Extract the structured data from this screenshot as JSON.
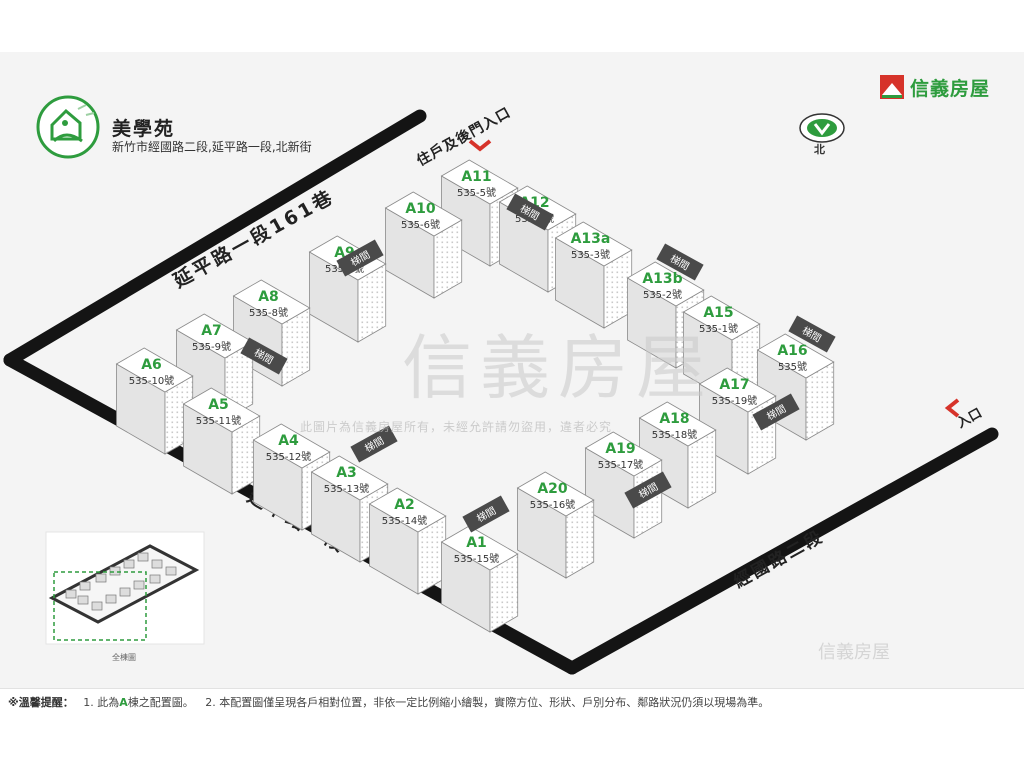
{
  "header": {
    "title": "美學苑",
    "address": "新竹市經國路二段,延平路一段,北新街",
    "brand": "信義房屋",
    "north_label": "北"
  },
  "colors": {
    "brand_green": "#2e9c3e",
    "arrow_red": "#d6332a",
    "road": "#141414",
    "stair": "#4a4a4a"
  },
  "roads": {
    "r161": "延平路一段161巷",
    "yanping": "延平路一段",
    "jingguo": "經國路二段"
  },
  "entrances": {
    "resident": "住戶及後門入口",
    "main": "入口",
    "car": "車道"
  },
  "stairs_label": "梯間",
  "buildings": [
    {
      "id": "A1",
      "num": "535-15號"
    },
    {
      "id": "A2",
      "num": "535-14號"
    },
    {
      "id": "A3",
      "num": "535-13號"
    },
    {
      "id": "A4",
      "num": "535-12號"
    },
    {
      "id": "A5",
      "num": "535-11號"
    },
    {
      "id": "A6",
      "num": "535-10號"
    },
    {
      "id": "A7",
      "num": "535-9號"
    },
    {
      "id": "A8",
      "num": "535-8號"
    },
    {
      "id": "A9",
      "num": "535-7號"
    },
    {
      "id": "A10",
      "num": "535-6號"
    },
    {
      "id": "A11",
      "num": "535-5號"
    },
    {
      "id": "A12",
      "num": "535-4號"
    },
    {
      "id": "A13a",
      "num": "535-3號"
    },
    {
      "id": "A13b",
      "num": "535-2號"
    },
    {
      "id": "A15",
      "num": "535-1號"
    },
    {
      "id": "A16",
      "num": "535號"
    },
    {
      "id": "A17",
      "num": "535-19號"
    },
    {
      "id": "A18",
      "num": "535-18號"
    },
    {
      "id": "A19",
      "num": "535-17號"
    },
    {
      "id": "A20",
      "num": "535-16號"
    }
  ],
  "minimap_caption": "全棟圖",
  "watermark": {
    "big": "信義房屋",
    "line": "此圖片為信義房屋所有，未經允許請勿盜用，違者必究",
    "small": "信義房屋"
  },
  "notice": {
    "label": "※溫馨提醒：",
    "item1_pre": "1. 此為",
    "item1_hl": "A",
    "item1_post": "棟之配置圖。",
    "item2": "2. 本配置圖僅呈現各戶相對位置，非依一定比例縮小繪製，實際方位、形狀、戶別分布、鄰路狀況仍須以現場為準。"
  }
}
